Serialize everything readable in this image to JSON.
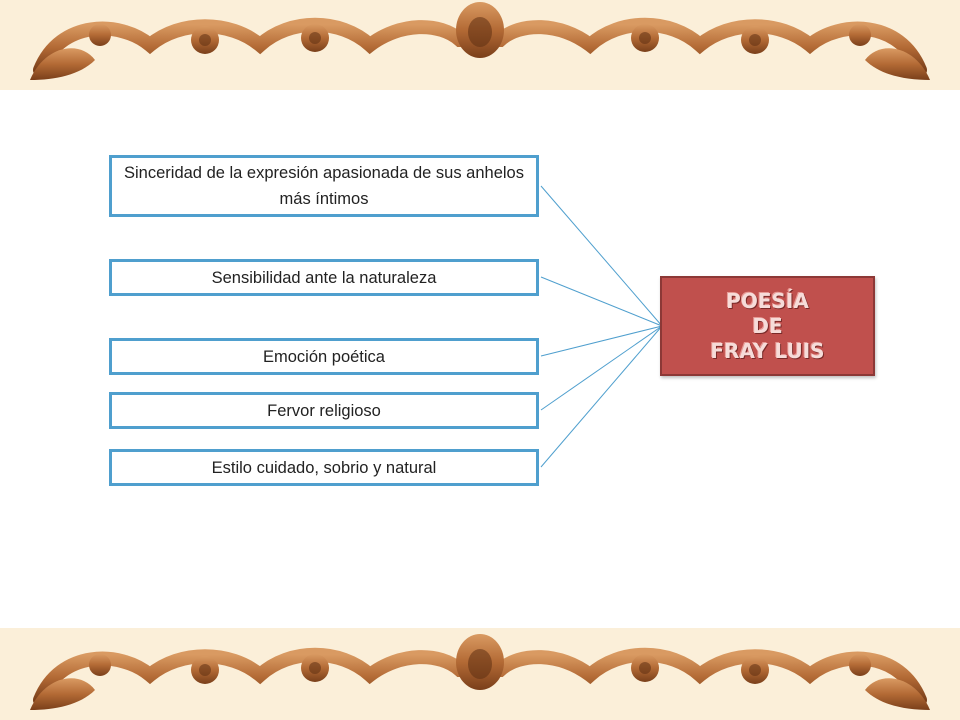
{
  "diagram": {
    "hub": {
      "line1": "POESÍA",
      "line2": "DE",
      "line3": "FRAY LUIS"
    },
    "items": [
      {
        "label": "Sinceridad de la expresión apasionada de sus anhelos más íntimos"
      },
      {
        "label": "Sensibilidad ante la naturaleza"
      },
      {
        "label": "Emoción poética"
      },
      {
        "label": "Fervor religioso"
      },
      {
        "label": "Estilo cuidado, sobrio y natural"
      }
    ],
    "colors": {
      "item_border": "#4f9fce",
      "connector": "#4f9fce",
      "hub_fill": "#c0504d",
      "ornament_wood": "#a8612f"
    }
  },
  "decorations": {
    "top_border": "carved-wood-ornament",
    "bottom_border": "carved-wood-ornament"
  }
}
